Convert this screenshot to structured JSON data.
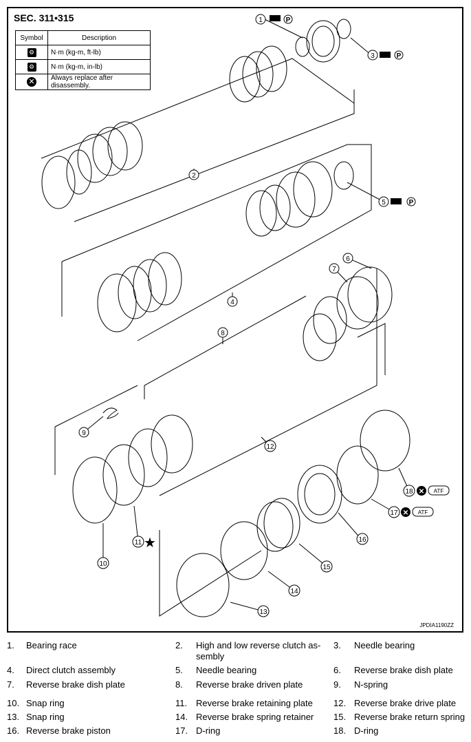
{
  "header": {
    "section": "SEC. 311•315"
  },
  "symbol_table": {
    "col_symbol": "Symbol",
    "col_description": "Description",
    "rows": [
      {
        "icon": "wrench-torque-icon",
        "description": "N·m (kg-m, ft-lb)"
      },
      {
        "icon": "wrench-torque-small-icon",
        "description": "N·m (kg-m, in-lb)"
      },
      {
        "icon": "replace-x-icon",
        "description": "Always replace after disassembly."
      }
    ]
  },
  "callouts": {
    "c1": "1",
    "c2": "2",
    "c3": "3",
    "c4": "4",
    "c5": "5",
    "c6": "6",
    "c7": "7",
    "c8": "8",
    "c9": "9",
    "c10": "10",
    "c11": "11",
    "c12": "12",
    "c13": "13",
    "c14": "14",
    "c15": "15",
    "c16": "16",
    "c17": "17",
    "c18": "18"
  },
  "markers": {
    "p": "P",
    "atf": "ATF",
    "star": "★"
  },
  "figure_code": "JPDIA1190ZZ",
  "legend": [
    {
      "num": "1.",
      "desc": "Bearing race"
    },
    {
      "num": "2.",
      "desc": "High and low reverse clutch as-sembly"
    },
    {
      "num": "3.",
      "desc": "Needle bearing"
    },
    {
      "num": "4.",
      "desc": "Direct clutch assembly"
    },
    {
      "num": "5.",
      "desc": "Needle bearing"
    },
    {
      "num": "6.",
      "desc": "Reverse brake dish plate"
    },
    {
      "num": "7.",
      "desc": "Reverse brake dish plate"
    },
    {
      "num": "8.",
      "desc": "Reverse brake driven plate"
    },
    {
      "num": "9.",
      "desc": "N-spring"
    },
    {
      "num": "10.",
      "desc": "Snap ring"
    },
    {
      "num": "11.",
      "desc": "Reverse brake retaining plate"
    },
    {
      "num": "12.",
      "desc": "Reverse brake drive plate"
    },
    {
      "num": "13.",
      "desc": "Snap ring"
    },
    {
      "num": "14.",
      "desc": "Reverse brake spring retainer"
    },
    {
      "num": "15.",
      "desc": "Reverse brake return spring"
    },
    {
      "num": "16.",
      "desc": "Reverse brake piston"
    },
    {
      "num": "17.",
      "desc": "D-ring"
    },
    {
      "num": "18.",
      "desc": "D-ring"
    }
  ]
}
